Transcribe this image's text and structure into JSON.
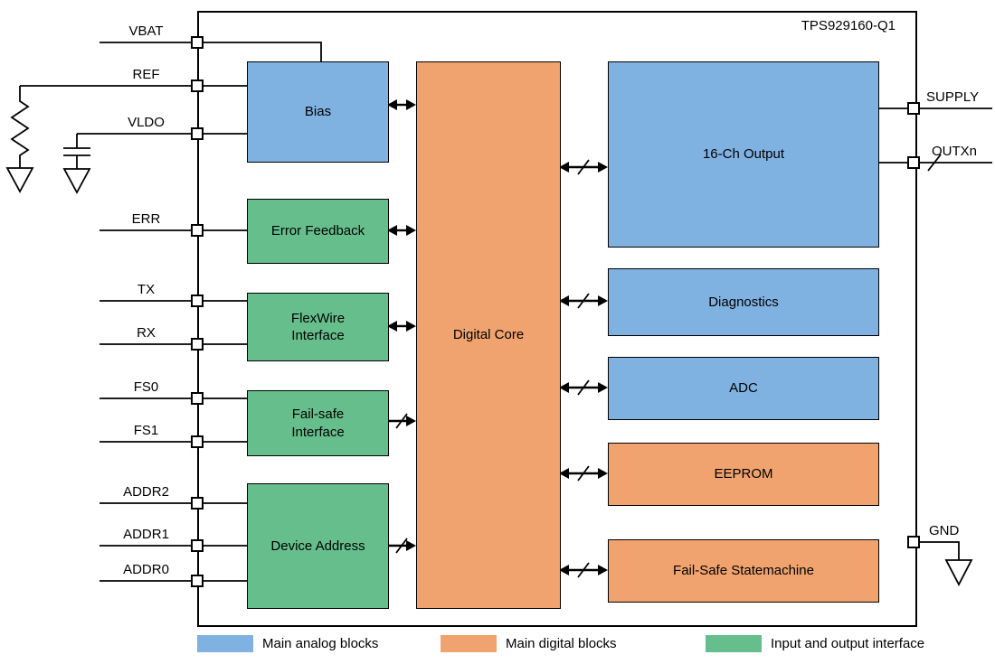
{
  "title": "TPS929160-Q1",
  "colors": {
    "analog": "#7FB2E1",
    "digital": "#F0A36E",
    "io": "#66BE8C",
    "line": "#000000",
    "background": "#FFFFFF"
  },
  "pins": {
    "left": [
      {
        "label": "VBAT"
      },
      {
        "label": "REF"
      },
      {
        "label": "VLDO"
      },
      {
        "label": "ERR"
      },
      {
        "label": "TX"
      },
      {
        "label": "RX"
      },
      {
        "label": "FS0"
      },
      {
        "label": "FS1"
      },
      {
        "label": "ADDR2"
      },
      {
        "label": "ADDR1"
      },
      {
        "label": "ADDR0"
      }
    ],
    "right": [
      {
        "label": "SUPPLY"
      },
      {
        "label": "OUTXn"
      },
      {
        "label": "GND"
      }
    ]
  },
  "blocks": {
    "bias": {
      "label": "Bias",
      "type": "analog"
    },
    "error_feedback": {
      "label": "Error Feedback",
      "type": "io"
    },
    "flexwire_interface": {
      "label": "FlexWire\nInterface",
      "type": "io"
    },
    "failsafe_interface": {
      "label": "Fail-safe\nInterface",
      "type": "io"
    },
    "device_address": {
      "label": "Device Address",
      "type": "io"
    },
    "digital_core": {
      "label": "Digital Core",
      "type": "digital"
    },
    "output_16ch": {
      "label": "16-Ch Output",
      "type": "analog"
    },
    "diagnostics": {
      "label": "Diagnostics",
      "type": "analog"
    },
    "adc": {
      "label": "ADC",
      "type": "analog"
    },
    "eeprom": {
      "label": "EEPROM",
      "type": "digital"
    },
    "failsafe_statemachine": {
      "label": "Fail-Safe Statemachine",
      "type": "digital"
    }
  },
  "legend": [
    {
      "label": "Main analog blocks",
      "type": "analog"
    },
    {
      "label": "Main digital blocks",
      "type": "digital"
    },
    {
      "label": "Input and output interface",
      "type": "io"
    }
  ],
  "symbols": {
    "resistor": "zigzag-resistor-to-ground",
    "capacitor": "parallel-plate-capacitor-to-ground",
    "ground": "open-triangle-ground",
    "bus_slash": "diagonal-bus-slash",
    "arrow": "double-headed-arrow"
  },
  "connections": [
    {
      "from": "VBAT",
      "to": "Bias"
    },
    {
      "from": "REF",
      "to": "Bias",
      "external": "resistor-to-ground"
    },
    {
      "from": "VLDO",
      "to": "Bias",
      "external": "capacitor-to-ground"
    },
    {
      "from": "ERR",
      "to": "Error Feedback"
    },
    {
      "from": "TX",
      "to": "FlexWire Interface"
    },
    {
      "from": "RX",
      "to": "FlexWire Interface"
    },
    {
      "from": "FS0",
      "to": "Fail-safe Interface"
    },
    {
      "from": "FS1",
      "to": "Fail-safe Interface"
    },
    {
      "from": "ADDR2",
      "to": "Device Address"
    },
    {
      "from": "ADDR1",
      "to": "Device Address"
    },
    {
      "from": "ADDR0",
      "to": "Device Address"
    },
    {
      "from": "Bias",
      "to": "Digital Core",
      "bidirectional": true
    },
    {
      "from": "Error Feedback",
      "to": "Digital Core",
      "bidirectional": true
    },
    {
      "from": "FlexWire Interface",
      "to": "Digital Core",
      "bidirectional": true
    },
    {
      "from": "Fail-safe Interface",
      "to": "Digital Core",
      "bus": true
    },
    {
      "from": "Device Address",
      "to": "Digital Core",
      "bus": true
    },
    {
      "from": "Digital Core",
      "to": "16-Ch Output",
      "bidirectional": true,
      "bus": true
    },
    {
      "from": "Digital Core",
      "to": "Diagnostics",
      "bidirectional": true,
      "bus": true
    },
    {
      "from": "Digital Core",
      "to": "ADC",
      "bidirectional": true,
      "bus": true
    },
    {
      "from": "Digital Core",
      "to": "EEPROM",
      "bidirectional": true,
      "bus": true
    },
    {
      "from": "Digital Core",
      "to": "Fail-Safe Statemachine",
      "bidirectional": true,
      "bus": true
    },
    {
      "from": "16-Ch Output",
      "to": "SUPPLY"
    },
    {
      "from": "16-Ch Output",
      "to": "OUTXn",
      "bus": true
    },
    {
      "from": "GND",
      "to": "ground"
    }
  ]
}
